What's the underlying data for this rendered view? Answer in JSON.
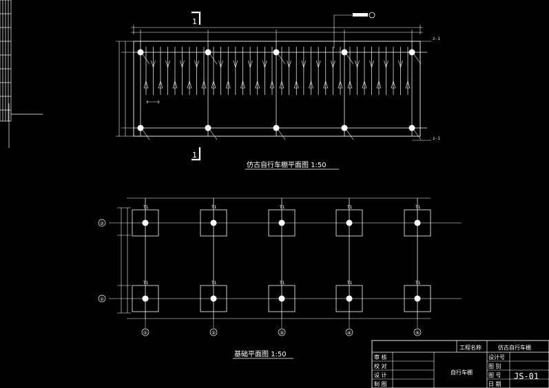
{
  "app": {
    "title": "AutoCAD drawing canvas"
  },
  "plan": {
    "title": "仿古自行车棚平面图 1:50",
    "section_mark": "1",
    "section_tag": "z-1"
  },
  "foundation": {
    "title": "基础平面图 1:50",
    "column_label": "T1",
    "row_axes": [
      "②",
      "①"
    ],
    "col_axes": [
      "①",
      "②",
      "③",
      "④",
      "⑤"
    ]
  },
  "titleblock": {
    "project_label": "工程名称",
    "project_name": "仿古自行车棚",
    "roles": [
      "审 核",
      "校 对",
      "设 计",
      "制 图"
    ],
    "drawing_name": "自行车棚",
    "fields": [
      "设计号",
      "图 别",
      "图 号",
      "日 期"
    ],
    "drawing_number": "JS-01"
  },
  "colors": {
    "background": "#000000",
    "lines": "#ffffff"
  }
}
